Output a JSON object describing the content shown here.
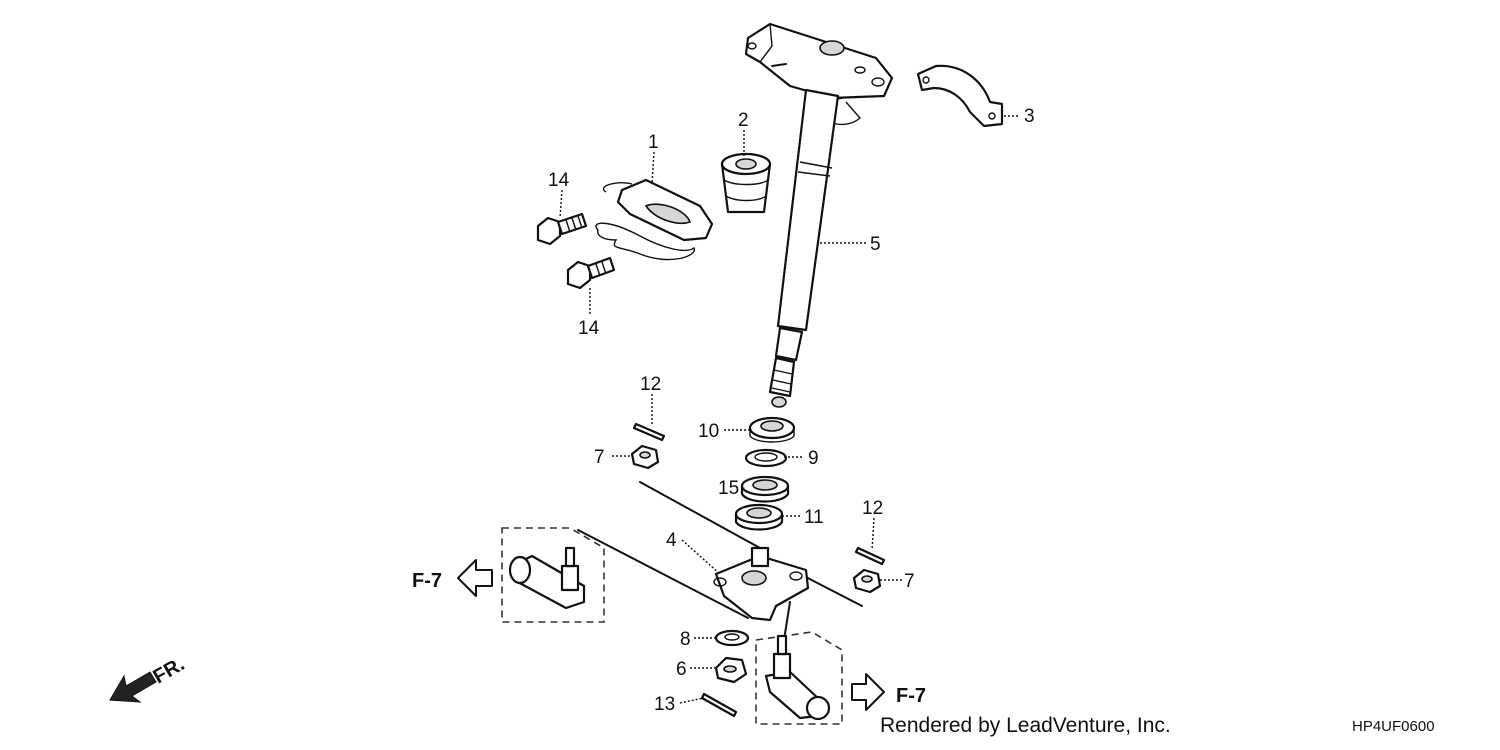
{
  "callouts": {
    "c1": "1",
    "c2": "2",
    "c3": "3",
    "c4": "4",
    "c5": "5",
    "c6": "6",
    "c7a": "7",
    "c7b": "7",
    "c8": "8",
    "c9": "9",
    "c10": "10",
    "c11": "11",
    "c12a": "12",
    "c12b": "12",
    "c13": "13",
    "c14a": "14",
    "c14b": "14",
    "c15": "15"
  },
  "refs": {
    "left": "F-7",
    "right": "F-7"
  },
  "direction_label": "FR.",
  "footer": {
    "rendered_by": "Rendered by LeadVenture, Inc.",
    "diagram_code": "HP4UF0600"
  }
}
